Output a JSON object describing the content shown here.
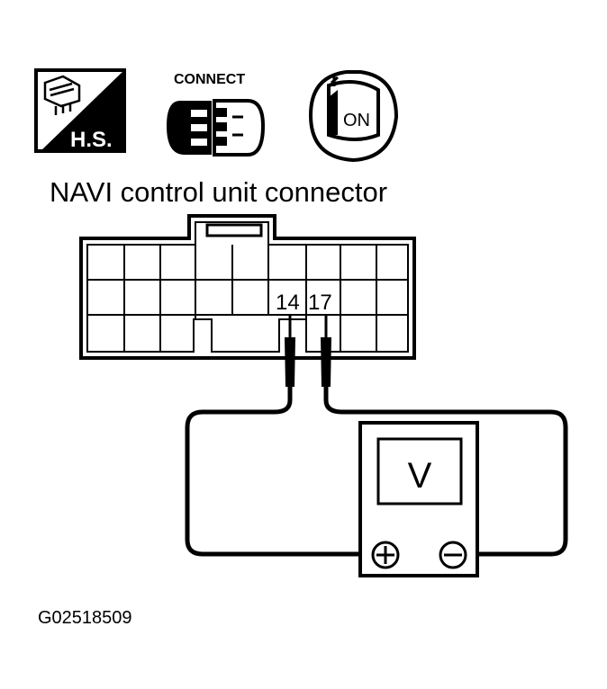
{
  "icons": {
    "harness_side": {
      "label": "H.S."
    },
    "connect": {
      "label": "CONNECT"
    },
    "ignition": {
      "label": "ON"
    }
  },
  "title": "NAVI control unit connector",
  "connector": {
    "terminals": [
      {
        "number": "14"
      },
      {
        "number": "17"
      }
    ]
  },
  "meter": {
    "display": "V",
    "positive": "+",
    "negative": "−"
  },
  "figure_code": "G02518509"
}
